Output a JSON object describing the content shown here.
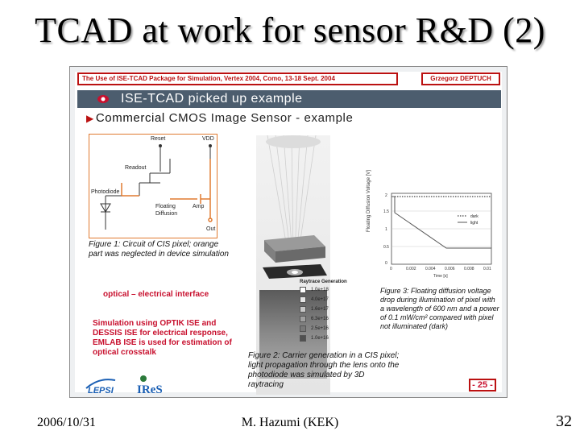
{
  "slide": {
    "title": "TCAD at work for sensor R&D (2)",
    "footer_date": "2006/10/31",
    "footer_author": "M. Hazumi (KEK)",
    "footer_page": "32"
  },
  "embedded": {
    "reference": "The Use of ISE-TCAD Package for Simulation, Vertex 2004, Como, 13-18 Sept. 2004",
    "author": "Grzegorz DEPTUCH",
    "header": "ISE-TCAD picked up example",
    "subheader_bold": "Commercial",
    "subheader_rest": "CMOS Image Sensor - example",
    "page_label": "- 25 -",
    "logo_lepsi": "LEPSI",
    "logo_ires": "IReS",
    "circuit_labels": {
      "reset": "Reset",
      "vdd": "VDD",
      "readout": "Readout",
      "photodiode": "Photodiode",
      "floating": "Floating",
      "diffusion": "Diffusion",
      "amp": "Amp",
      "out": "Out"
    },
    "fig1": "Figure 1: Circuit of CIS pixel; orange part was neglected in device simulation",
    "optical_label": "optical – electrical interface",
    "red_block": "Simulation using OPTIK ISE and DESSIS ISE for electrical response, EMLAB ISE is used for estimation of optical crosstalk",
    "fig2": "Figure 2: Carrier generation in a CIS pixel; light propagation through the lens onto the photodiode was simulated by 3D raytracing",
    "fig3": "Figure 3: Floating diffusion voltage drop during illumination of pixel with a wavelength of 600 nm and a power of 0.1 mW/cm² compared with pixel not illuminated (dark)",
    "legend": {
      "title": "Raytrace Generation",
      "values": [
        "1.0e+18",
        "4.0e+17",
        "1.6e+17",
        "6.3e+16",
        "2.5e+16",
        "1.0e+16"
      ],
      "colors": [
        "#ffffff",
        "#e6e6e6",
        "#c8c8c8",
        "#a0a0a0",
        "#787878",
        "#505050"
      ]
    },
    "graph": {
      "ylabel": "Floating Diffusion Voltage [V]",
      "xlabel": "Time [s]",
      "y_ticks": [
        "2",
        "1.5",
        "1",
        "0.5",
        "0"
      ],
      "x_ticks": [
        "0",
        "0.002",
        "0.004",
        "0.006",
        "0.008",
        "0.01"
      ],
      "legend": [
        "dark",
        "light"
      ]
    }
  },
  "colors": {
    "accent_red": "#c8102e",
    "header_band": "#4c5d6e",
    "circuit_orange": "#e07a30"
  }
}
